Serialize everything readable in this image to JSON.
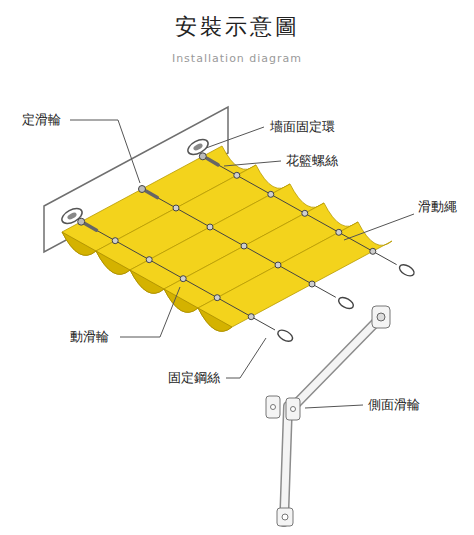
{
  "diagram": {
    "title": "安裝示意圖",
    "labels": [
      "Installation diagram",
      "定滑輪",
      "墻面固定環",
      "花籃螺絲",
      "滑動繩",
      "動滑輪",
      "固定鋼絲",
      "側面滑輪"
    ]
  }
}
